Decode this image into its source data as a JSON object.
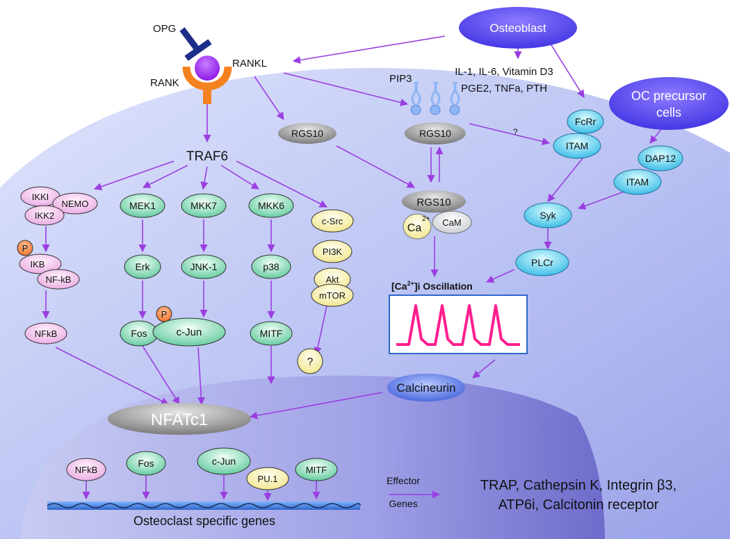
{
  "labels": {
    "opg": "OPG",
    "rank": "RANK",
    "rankl": "RANKL",
    "pip3": "PIP3",
    "stimuli_line1": "IL-1, IL-6, Vitamin D3",
    "stimuli_line2": "PGE2, TNFa, PTH",
    "traf6": "TRAF6",
    "question_mark": "?",
    "osc_title": "[Ca2+]i Oscillation",
    "effector_line1": "Effector",
    "effector_line2": "Genes",
    "targets_line1": "TRAP, Cathepsin K, Integrin β3,",
    "targets_line2": "ATP6i, Calcitonin receptor",
    "genes_caption": "Osteoclast specific genes"
  },
  "cells": {
    "osteoblast": "Osteoblast",
    "oc_precursor_line1": "OC precursor",
    "oc_precursor_line2": "cells"
  },
  "rgs10": {
    "left": "RGS10",
    "membrane": "RGS10",
    "complex": "RGS10",
    "ca": "Ca",
    "ca_sup": "2+",
    "cam": "CaM"
  },
  "itam_pathway": {
    "fcrr": "FcRr",
    "itam1": "ITAM",
    "dap12": "DAP12",
    "itam2": "ITAM",
    "syk": "Syk",
    "plcr": "PLCr"
  },
  "calcineurin": "Calcineurin",
  "nfatc1": "NFATc1",
  "nfkb_branch": {
    "ikki": "IKKI",
    "nemo": "NEMO",
    "ikk2": "IKK2",
    "p": "P",
    "ikb": "IKB",
    "nfkb_complex": "NF-kB",
    "nfkb": "NFkB"
  },
  "mapk": {
    "mek1": "MEK1",
    "erk": "Erk",
    "fos": "Fos",
    "mkk7": "MKK7",
    "jnk1": "JNK-1",
    "cjun": "c-Jun",
    "p": "P",
    "mkk6": "MKK6",
    "p38": "p38",
    "mitf": "MITF"
  },
  "akt_branch": {
    "csrc": "c-Src",
    "pi3k": "PI3K",
    "akt": "Akt",
    "mtor": "mTOR",
    "unknown": "?"
  },
  "nucleus_factors": {
    "nfkb": "NFkB",
    "fos": "Fos",
    "cjun": "c-Jun",
    "pu1": "PU.1",
    "mitf": "MITF"
  }
}
